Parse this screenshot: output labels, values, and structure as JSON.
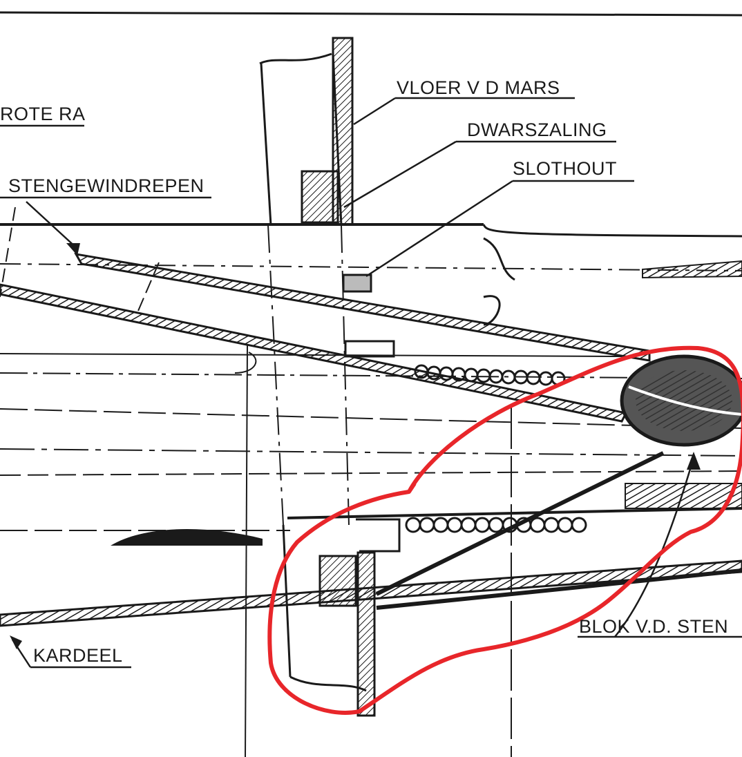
{
  "labels": {
    "vloer": "VLOER V D MARS",
    "dwarszaling": "DWARSZALING",
    "slothout": "SLOTHOUT",
    "grote_ra": "ROTE RA",
    "stengewindrepen": "STENGEWINDREPEN",
    "kardeel": "KARDEEL",
    "blok": "BLOK V.D. STEN"
  },
  "colors": {
    "ink": "#1a1a1a",
    "highlight": "#e8262a",
    "paper": "#ffffff"
  }
}
